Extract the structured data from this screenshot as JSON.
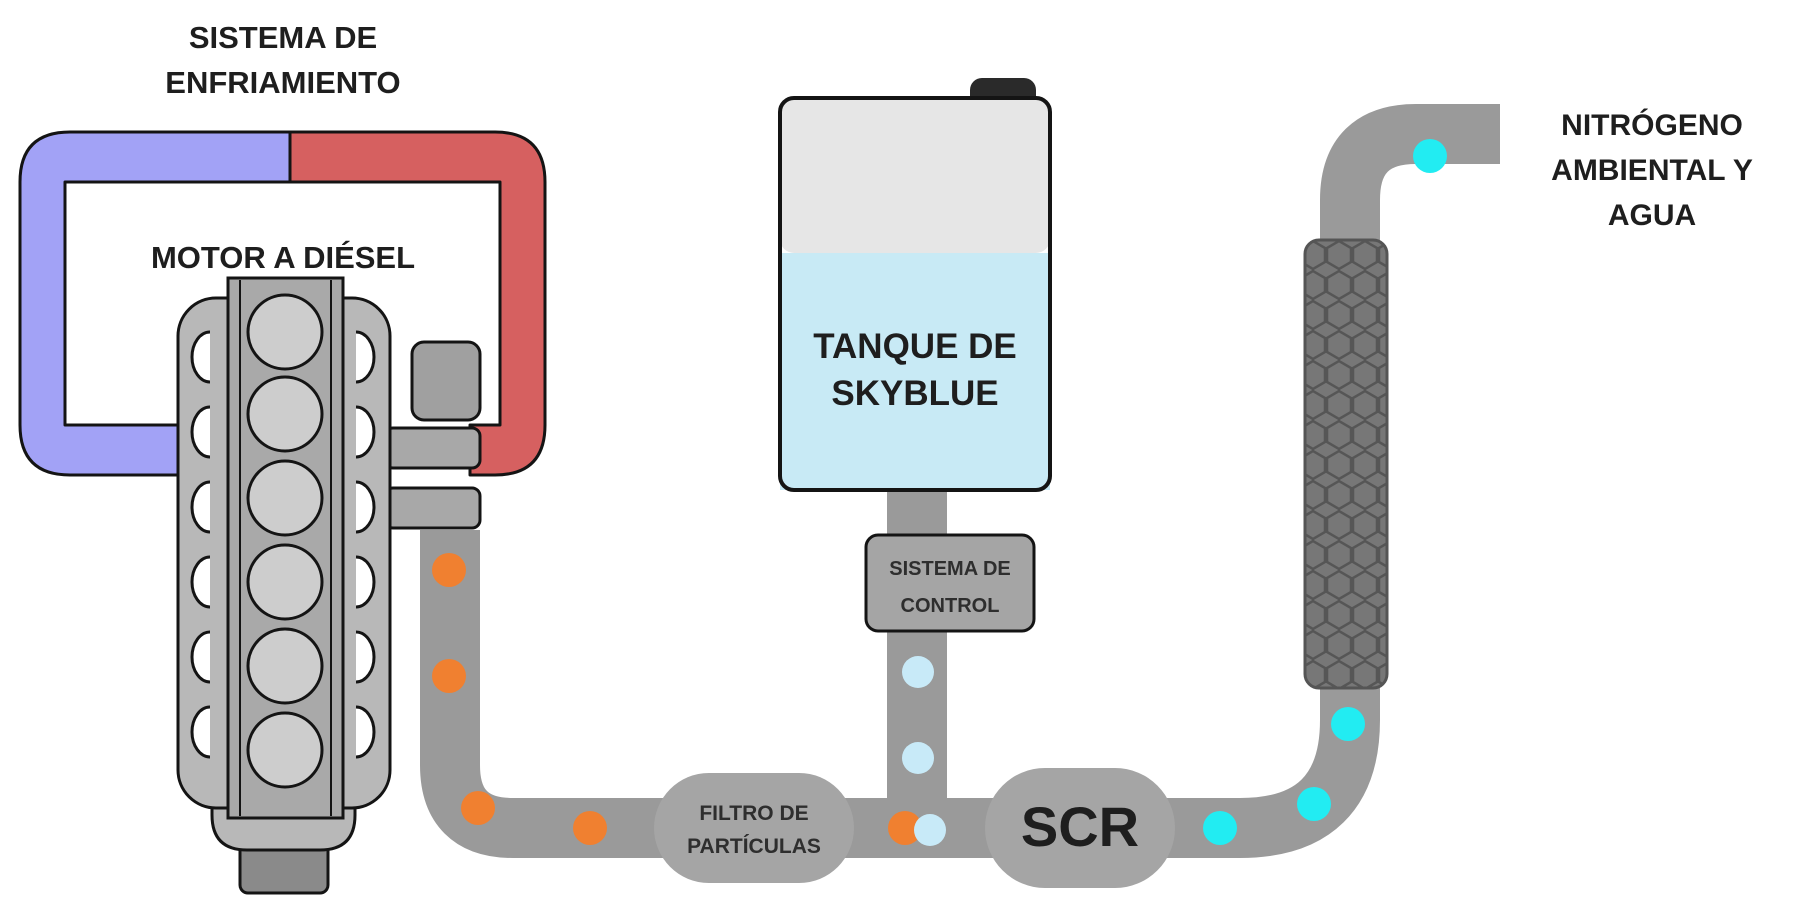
{
  "labels": {
    "cooling_line1": "SISTEMA DE",
    "cooling_line2": "ENFRIAMIENTO",
    "engine": "MOTOR A DIÉSEL",
    "tank_line1": "TANQUE DE",
    "tank_line2": "SKYBLUE",
    "control_line1": "SISTEMA DE",
    "control_line2": "CONTROL",
    "filter_line1": "FILTRO DE",
    "filter_line2": "PARTÍCULAS",
    "scr": "SCR",
    "output_line1": "NITRÓGENO",
    "output_line2": "AMBIENTAL Y",
    "output_line3": "AGUA"
  },
  "colors": {
    "coolant_cold": "#a2a2f6",
    "coolant_hot": "#d66060",
    "pipe": "#9a9a9a",
    "engine_body": "#b8b8b8",
    "cylinder": "#cdcdcd",
    "tank_empty": "#e6e6e6",
    "tank_fluid": "#c8eaf5",
    "exhaust_particle": "#f08030",
    "additive_particle": "#c8eaf8",
    "clean_particle": "#22ecf2",
    "muffler": "#707070"
  },
  "icons": {
    "engine": "v-engine-icon",
    "tank": "fluid-tank-icon",
    "muffler": "muffler-icon"
  }
}
